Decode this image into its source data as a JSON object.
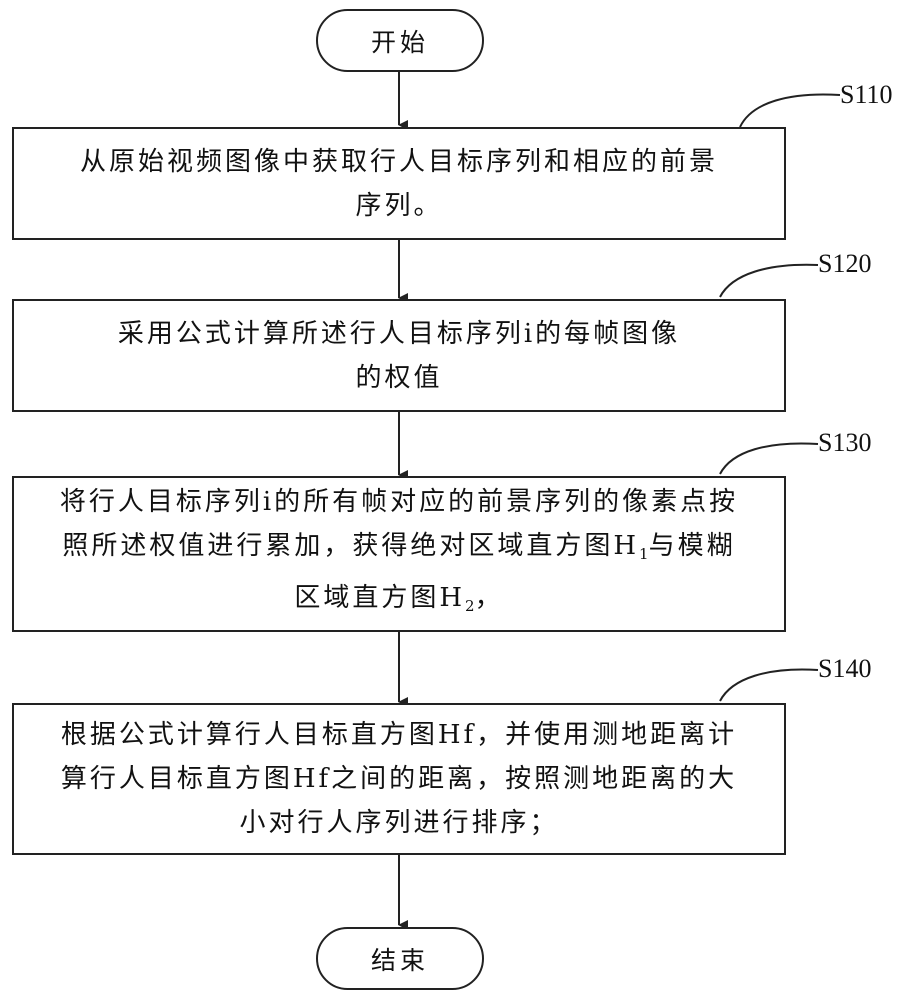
{
  "flowchart": {
    "start": "开始",
    "end": "结束",
    "steps": [
      {
        "label": "S110",
        "lines": [
          "从原始视频图像中获取行人目标序列和相应的前景",
          "序列。"
        ]
      },
      {
        "label": "S120",
        "lines": [
          "采用公式计算所述行人目标序列i的每帧图像",
          "的权值"
        ]
      },
      {
        "label": "S130",
        "line1": "将行人目标序列i的所有帧对应的前景序列的像素点按",
        "line2_pre": "照所述权值进行累加，获得绝对区域直方图H",
        "line2_sub": "1",
        "line2_post": "与模糊",
        "line3_pre": "区域直方图H",
        "line3_sub": "2",
        "line3_post": "，"
      },
      {
        "label": "S140",
        "lines": [
          "根据公式计算行人目标直方图Hf，并使用测地距离计",
          "算行人目标直方图Hf之间的距离，按照测地距离的大",
          "小对行人序列进行排序；"
        ]
      }
    ]
  }
}
